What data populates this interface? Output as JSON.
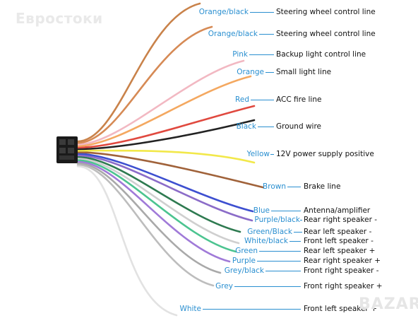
{
  "watermark": "Евростоки",
  "logo": "BAZAR",
  "accent_color": "#2a8fd0",
  "wires": [
    {
      "color_label": "Orange/black",
      "function": "Steering wheel control line",
      "stroke": "#c9824a"
    },
    {
      "color_label": "Orange/black",
      "function": "Steering wheel control line",
      "stroke": "#d68a55"
    },
    {
      "color_label": "Pink",
      "function": "Backup light control line",
      "stroke": "#f2b8c2"
    },
    {
      "color_label": "Orange",
      "function": "Small light line",
      "stroke": "#f4a860"
    },
    {
      "color_label": "Red",
      "function": "ACC fire line",
      "stroke": "#e0493f"
    },
    {
      "color_label": "Black",
      "function": "Ground wire",
      "stroke": "#222222"
    },
    {
      "color_label": "Yellow",
      "function": "12V power supply positive",
      "stroke": "#f2e84a"
    },
    {
      "color_label": "Brown",
      "function": "Brake line",
      "stroke": "#a0623a"
    },
    {
      "color_label": "Blue",
      "function": "Antenna/amplifier",
      "stroke": "#3d4fd0"
    },
    {
      "color_label": "Purple/black",
      "function": "Rear right speaker -",
      "stroke": "#8b6cc8"
    },
    {
      "color_label": "Green/Black",
      "function": "Rear left speaker -",
      "stroke": "#2e7a50"
    },
    {
      "color_label": "White/black",
      "function": "Front left speaker -",
      "stroke": "#cfcfcf"
    },
    {
      "color_label": "Green",
      "function": "Rear left speaker +",
      "stroke": "#4cc490"
    },
    {
      "color_label": "Purple",
      "function": "Rear right speaker +",
      "stroke": "#a07ad8"
    },
    {
      "color_label": "Grey/black",
      "function": "Front right speaker -",
      "stroke": "#a9a9a9"
    },
    {
      "color_label": "Grey",
      "function": "Front right speaker +",
      "stroke": "#bdbdbd"
    },
    {
      "color_label": "White",
      "function": "Front left speaker +",
      "stroke": "#e2e2e2"
    }
  ]
}
